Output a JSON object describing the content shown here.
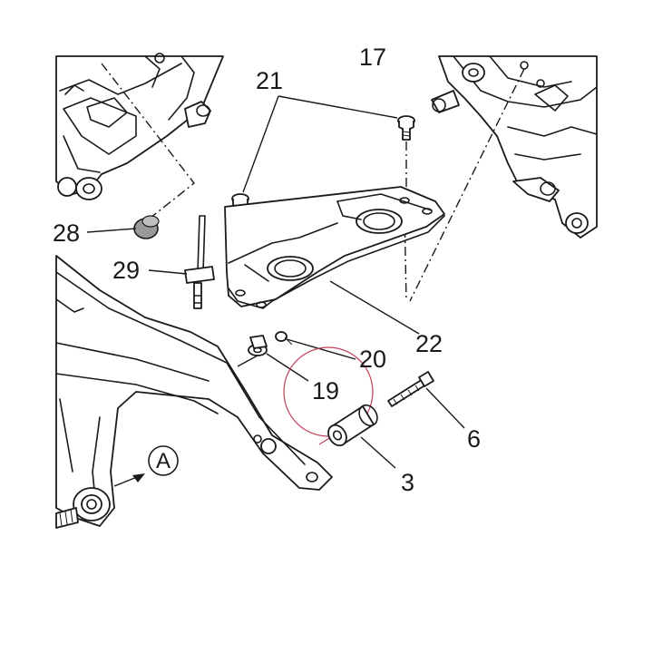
{
  "diagram": {
    "callouts": [
      {
        "id": "c17",
        "text": "17"
      },
      {
        "id": "c21",
        "text": "21"
      },
      {
        "id": "c28",
        "text": "28"
      },
      {
        "id": "c29",
        "text": "29"
      },
      {
        "id": "c22",
        "text": "22"
      },
      {
        "id": "c20",
        "text": "20"
      },
      {
        "id": "c19",
        "text": "19"
      },
      {
        "id": "c6",
        "text": "6"
      },
      {
        "id": "c3",
        "text": "3"
      }
    ],
    "view_marker": "A",
    "highlight_color": "#c0405a",
    "line_color": "#1a1a1a"
  }
}
